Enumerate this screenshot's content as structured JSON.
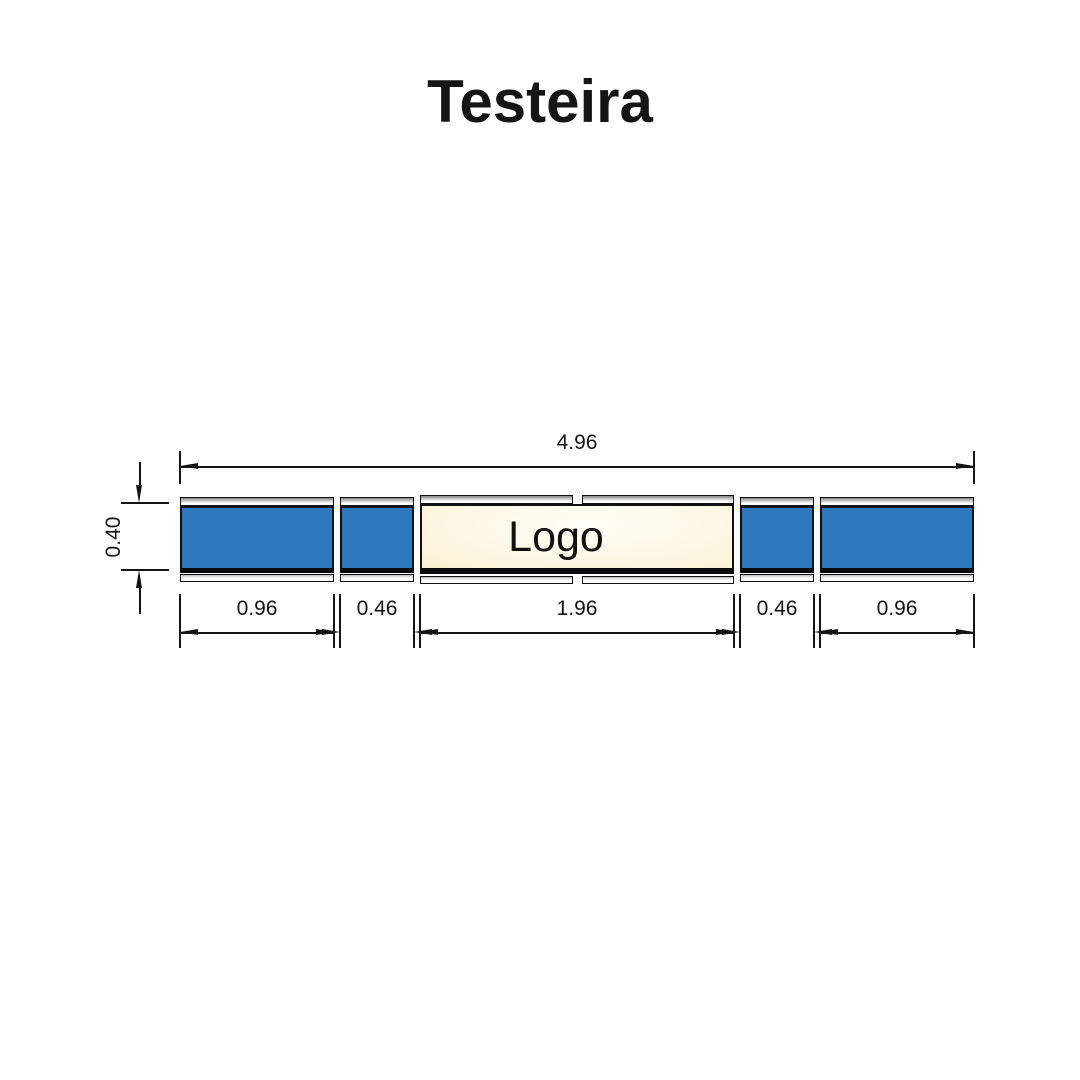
{
  "title": "Testeira",
  "drawing": {
    "logo_label": "Logo",
    "dimensions": {
      "total_width": "4.96",
      "height": "0.40",
      "segments": [
        "0.96",
        "0.46",
        "1.96",
        "0.46",
        "0.96"
      ]
    },
    "panels": [
      {
        "type": "blue",
        "width_label": "0.96"
      },
      {
        "type": "blue",
        "width_label": "0.46"
      },
      {
        "type": "logo",
        "width_label": "1.96",
        "text": "Logo"
      },
      {
        "type": "blue",
        "width_label": "0.46"
      },
      {
        "type": "blue",
        "width_label": "0.96"
      }
    ]
  },
  "colors": {
    "panel_blue": "#2B78BC",
    "panel_dark": "#0A0A0C",
    "logo_cream_edge": "#F7E3AE",
    "logo_cream_center": "#FFFEF8",
    "line": "#141414"
  }
}
